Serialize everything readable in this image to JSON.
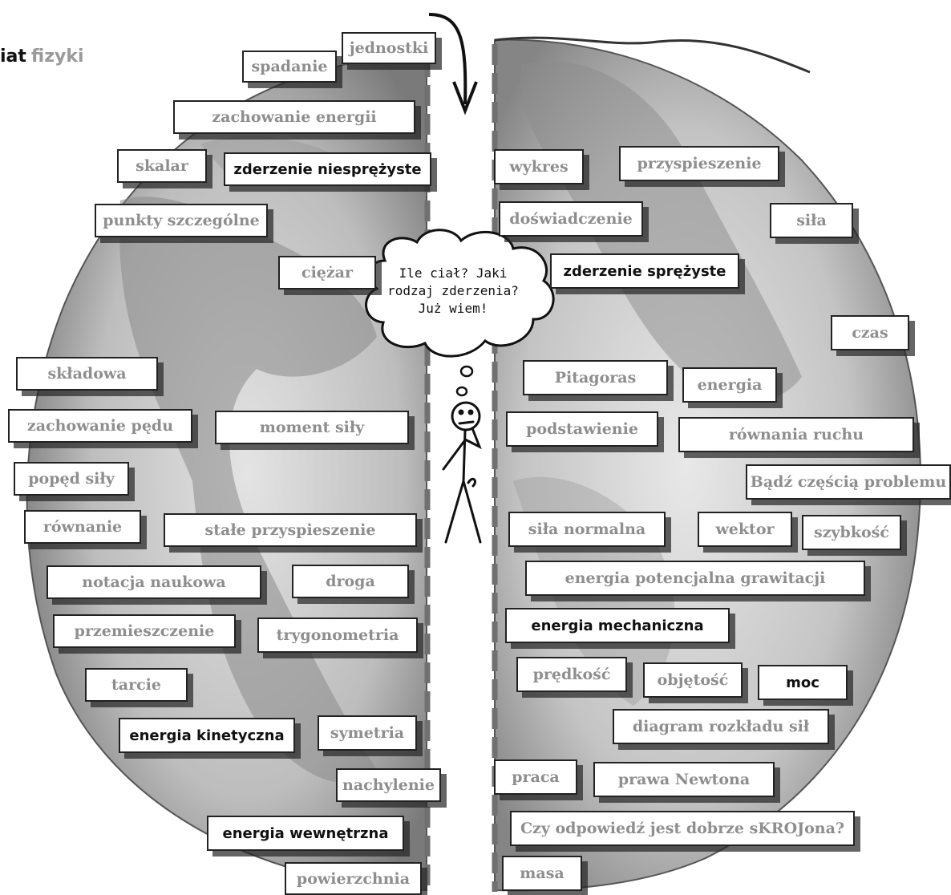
{
  "title": {
    "word1": "iat",
    "word2": "fizyki"
  },
  "thought": "Ile ciał? Jaki rodzaj zderzenia? Już wiem!",
  "colors": {
    "dim_text": "#8e8e8e",
    "dark_text": "#111111",
    "shadow": "#333333",
    "globe": "#9a9a9a"
  },
  "left_labels": [
    "jednostki",
    "spadanie",
    "zachowanie energii",
    "skalar",
    "zderzenie niesprężyste",
    "punkty szczególne",
    "ciężar",
    "składowa",
    "zachowanie pędu",
    "moment siły",
    "popęd siły",
    "równanie",
    "stałe przyspieszenie",
    "notacja naukowa",
    "droga",
    "przemieszczenie",
    "trygonometria",
    "tarcie",
    "energia kinetyczna",
    "symetria",
    "nachylenie",
    "energia wewnętrzna",
    "powierzchnia"
  ],
  "right_labels": [
    "wykres",
    "przyspieszenie",
    "doświadczenie",
    "siła",
    "zderzenie sprężyste",
    "czas",
    "Pitagoras",
    "energia",
    "podstawienie",
    "równania ruchu",
    "Bądź częścią problemu",
    "siła normalna",
    "wektor",
    "szybkość",
    "energia potencjalna grawitacji",
    "energia mechaniczna",
    "prędkość",
    "objętość",
    "moc",
    "diagram rozkładu sił",
    "praca",
    "prawa Newtona",
    "Czy odpowiedź jest dobrze sKROJona?",
    "masa"
  ]
}
